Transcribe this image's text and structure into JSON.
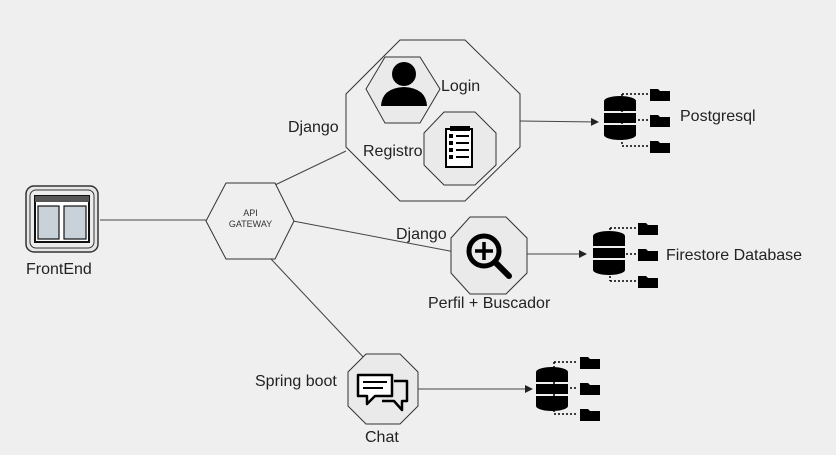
{
  "nodes": {
    "frontend": {
      "label": "FrontEnd"
    },
    "gateway": {
      "line1": "API",
      "line2": "GATEWAY"
    },
    "auth_service": {
      "framework": "Django",
      "login": "Login",
      "registro": "Registro"
    },
    "profile_service": {
      "framework": "Django",
      "label": "Perfil + Buscador"
    },
    "chat_service": {
      "framework": "Spring boot",
      "label": "Chat"
    }
  },
  "databases": {
    "postgres": {
      "label": "Postgresql"
    },
    "firestore": {
      "label": "Firestore Database"
    },
    "chat_db": {
      "label": ""
    }
  },
  "colors": {
    "background": "#efefef",
    "stroke": "#222222",
    "icon": "#000000"
  }
}
